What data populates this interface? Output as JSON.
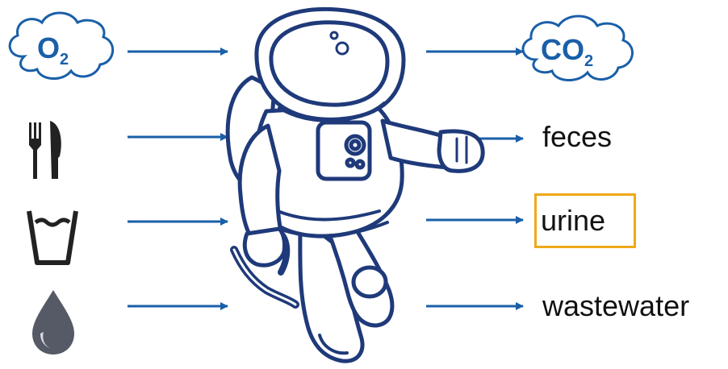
{
  "inputs": {
    "oxygen": {
      "text": "O",
      "sub": "2"
    },
    "food_icon": "fork-knife-icon",
    "drink_icon": "water-glass-icon",
    "water_icon": "water-drop-icon"
  },
  "outputs": {
    "co2": {
      "text": "CO",
      "sub": "2"
    },
    "feces": "feces",
    "urine": "urine",
    "wastewater": "wastewater"
  },
  "colors": {
    "arrow": "#1a5fa8",
    "outline": "#1f3a7a",
    "highlight": "#f0a818",
    "icon": "#222222"
  },
  "highlighted_item": "urine"
}
